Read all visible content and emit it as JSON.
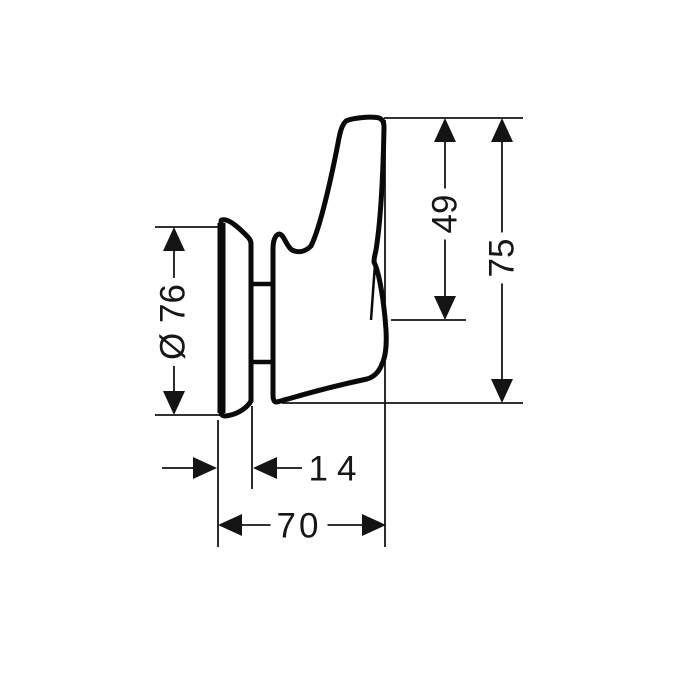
{
  "drawing": {
    "title": "handle-side-profile-dimension-drawing",
    "labels": {
      "diameter": "Ø 76",
      "upper_height": "49",
      "total_height": "75",
      "stem_depth": "14",
      "total_depth": "70"
    },
    "colors": {
      "background": "#ffffff",
      "line": "#141414",
      "product_outline": "#0a0a0a"
    }
  }
}
